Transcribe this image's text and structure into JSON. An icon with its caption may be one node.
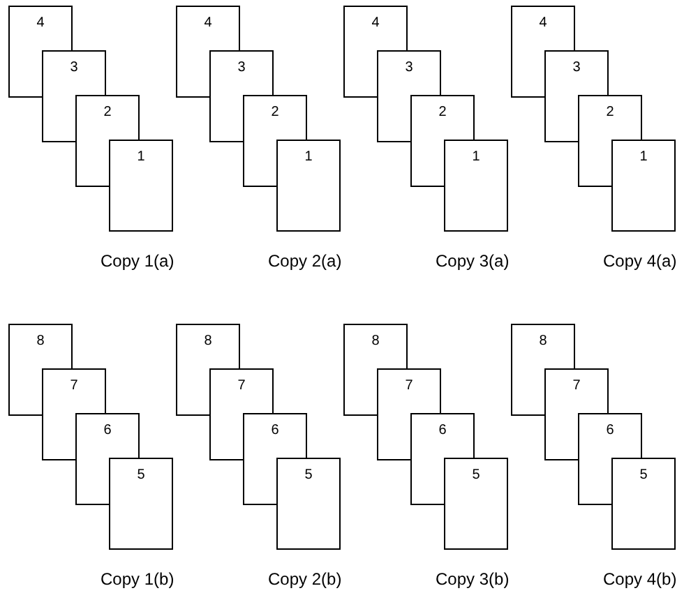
{
  "diagram": {
    "nodes": [
      {
        "text": [
          "4"
        ]
      },
      {
        "text": [
          "3"
        ]
      },
      {
        "text": [
          "2"
        ]
      },
      {
        "text": [
          "1"
        ]
      },
      {
        "text": [
          "4"
        ]
      },
      {
        "text": [
          "3"
        ]
      },
      {
        "text": [
          "2"
        ]
      },
      {
        "text": [
          "1"
        ]
      },
      {
        "text": [
          "4"
        ]
      },
      {
        "text": [
          "3"
        ]
      },
      {
        "text": [
          "2"
        ]
      },
      {
        "text": [
          "1"
        ]
      },
      {
        "text": [
          "4"
        ]
      },
      {
        "text": [
          "3"
        ]
      },
      {
        "text": [
          "2"
        ]
      },
      {
        "text": [
          "1"
        ]
      },
      {
        "text": [
          "8"
        ]
      },
      {
        "text": [
          "7"
        ]
      },
      {
        "text": [
          "6"
        ]
      },
      {
        "text": [
          "5"
        ]
      },
      {
        "text": [
          "8"
        ]
      },
      {
        "text": [
          "7"
        ]
      },
      {
        "text": [
          "6"
        ]
      },
      {
        "text": [
          "5"
        ]
      },
      {
        "text": [
          "8"
        ]
      },
      {
        "text": [
          "7"
        ]
      },
      {
        "text": [
          "6"
        ]
      },
      {
        "text": [
          "5"
        ]
      },
      {
        "text": [
          "8"
        ]
      },
      {
        "text": [
          "7"
        ]
      },
      {
        "text": [
          "6"
        ]
      },
      {
        "text": [
          "5"
        ]
      }
    ],
    "labels": [
      "Copy 1(a)",
      "Copy 2(a)",
      "Copy 3(a)",
      "Copy 4(a)",
      "Copy 1(b)",
      "Copy 2(b)",
      "Copy 3(b)",
      "Copy 4(b)"
    ]
  }
}
